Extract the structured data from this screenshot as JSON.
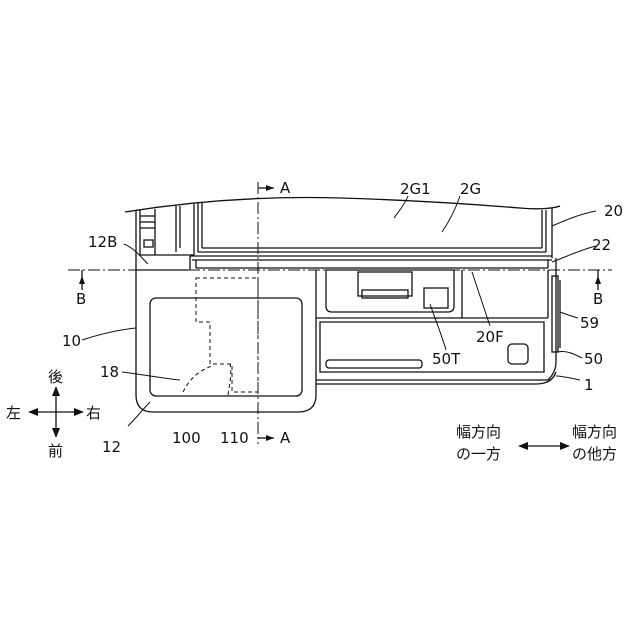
{
  "labels": {
    "section_a_top": "A",
    "section_a_bottom": "A",
    "section_b_left": "B",
    "section_b_right": "B",
    "l_2G1": "2G1",
    "l_2G": "2G",
    "l_20": "20",
    "l_12B": "12B",
    "l_22": "22",
    "l_10": "10",
    "l_59": "59",
    "l_20F": "20F",
    "l_50T": "50T",
    "l_50": "50",
    "l_1": "1",
    "l_18": "18",
    "l_12": "12",
    "l_100": "100",
    "l_110": "110"
  },
  "directions": {
    "back": "後",
    "front": "前",
    "left": "左",
    "right": "右",
    "width_one_line1": "幅方向",
    "width_one_line2": "の一方",
    "width_other_line1": "幅方向",
    "width_other_line2": "の他方"
  }
}
